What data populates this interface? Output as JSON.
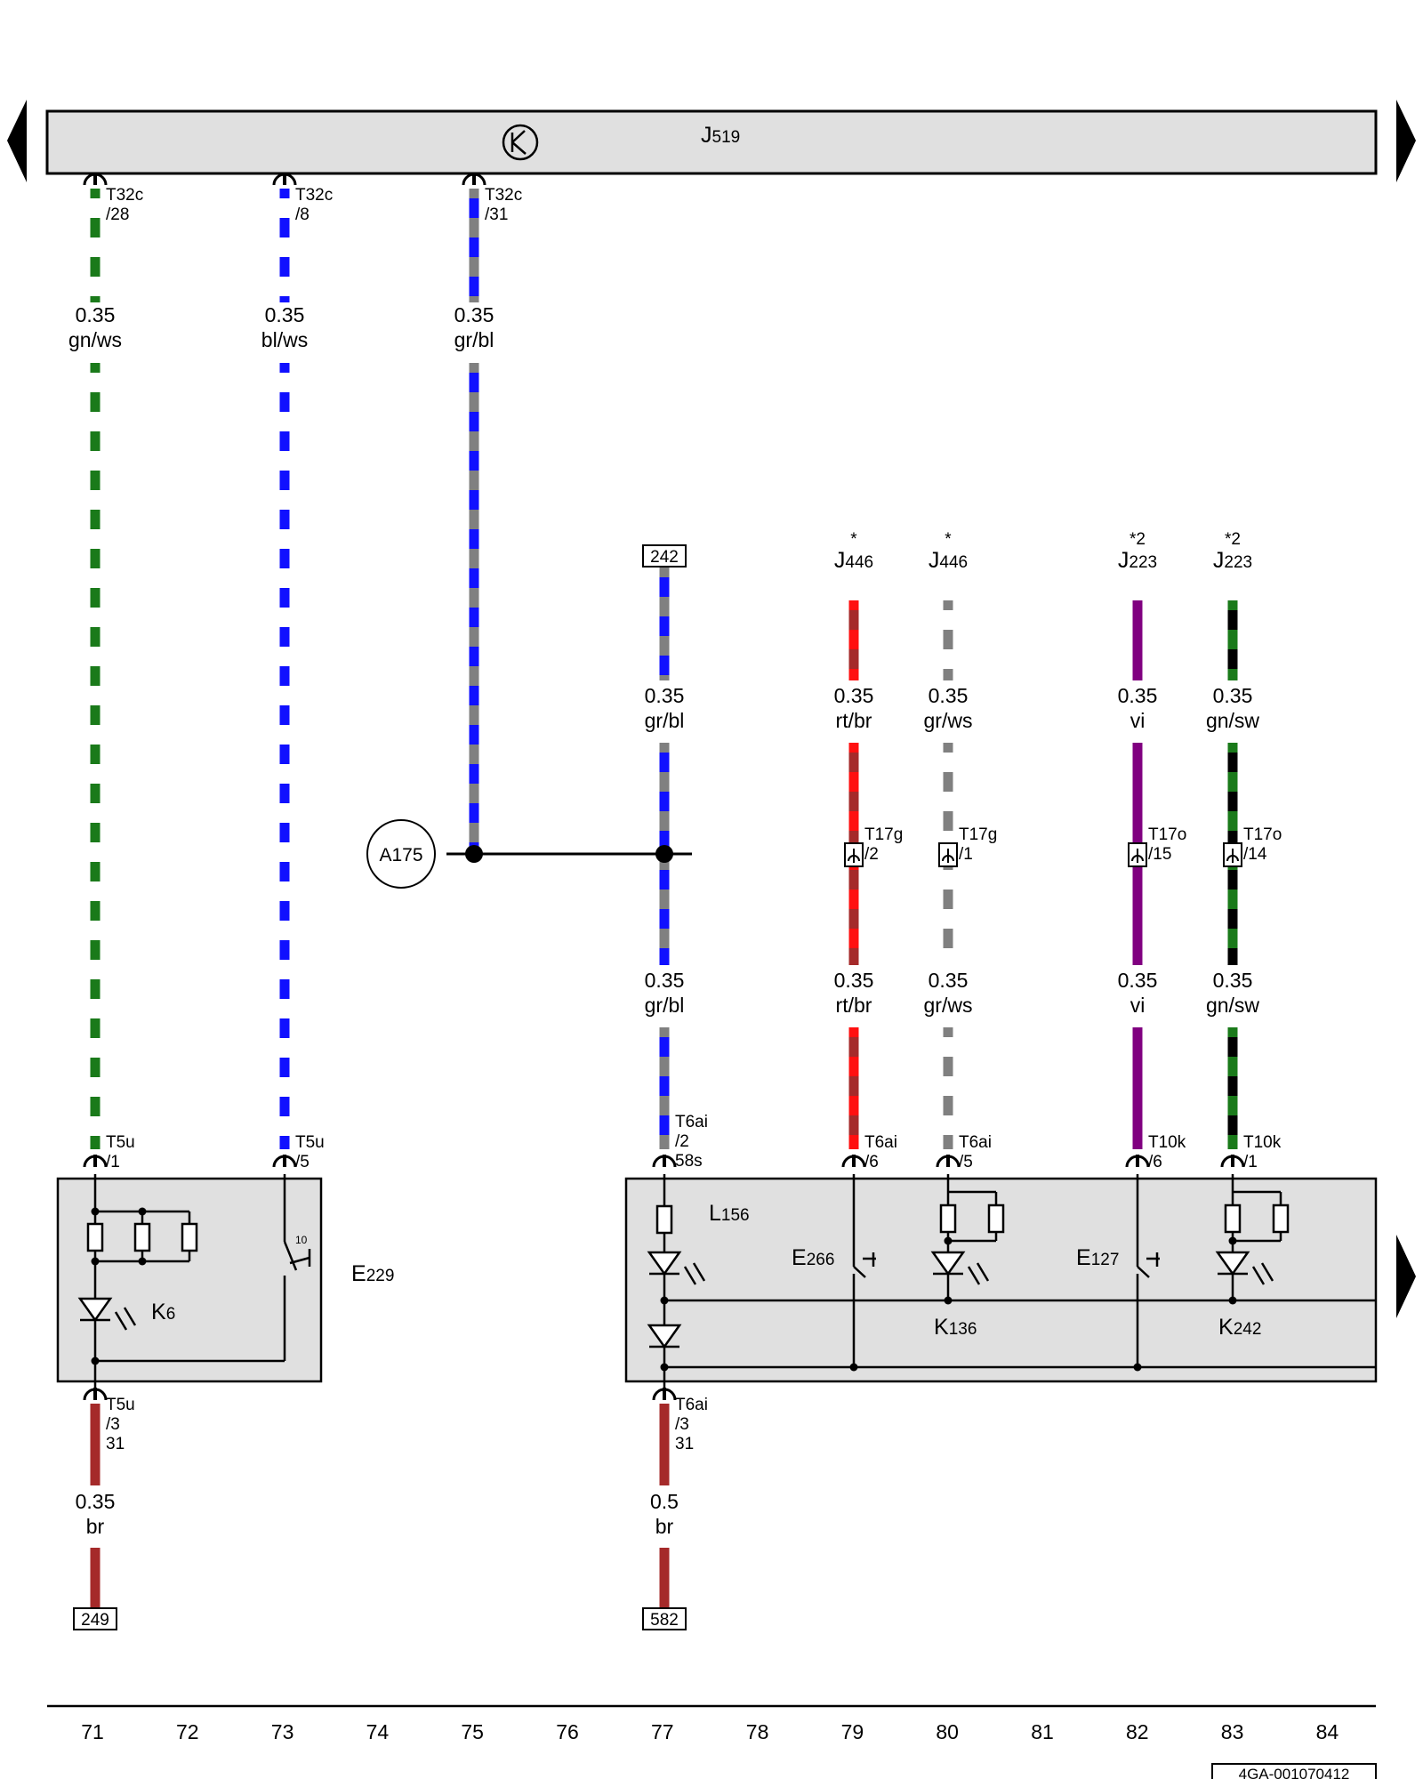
{
  "header": {
    "component": "J",
    "component_sub": "519"
  },
  "wires": [
    {
      "id": "w71",
      "conn_top": [
        "T32c",
        "/28"
      ],
      "gauge": "0.35",
      "color": "gn/ws",
      "colors": [
        "#1a7a1a",
        "#ffffff"
      ],
      "conn_bottom": [
        "T5u",
        "/1"
      ]
    },
    {
      "id": "w73",
      "conn_top": [
        "T32c",
        "/8"
      ],
      "gauge": "0.35",
      "color": "bl/ws",
      "colors": [
        "#1010ff",
        "#ffffff"
      ],
      "conn_bottom": [
        "T5u",
        "/5"
      ]
    },
    {
      "id": "w75",
      "conn_top": [
        "T32c",
        "/31"
      ],
      "gauge": "0.35",
      "color": "gr/bl",
      "colors": [
        "#808080",
        "#1010ff"
      ]
    },
    {
      "id": "w77",
      "ref_top": "242",
      "gauge": "0.35",
      "color": "gr/bl",
      "colors": [
        "#808080",
        "#1010ff"
      ],
      "gauge2": "0.35",
      "color2": "gr/bl",
      "conn_bottom": [
        "T6ai",
        "/2",
        "58s"
      ]
    },
    {
      "id": "w79",
      "src_mark": "*",
      "src": "J",
      "src_sub": "446",
      "gauge": "0.35",
      "color": "rt/br",
      "colors": [
        "#ff1010",
        "#a52a2a"
      ],
      "inline": [
        "T17g",
        "/2"
      ],
      "gauge2": "0.35",
      "color2": "rt/br",
      "conn_bottom": [
        "T6ai",
        "/6"
      ]
    },
    {
      "id": "w80",
      "src_mark": "*",
      "src": "J",
      "src_sub": "446",
      "gauge": "0.35",
      "color": "gr/ws",
      "colors": [
        "#808080",
        "#ffffff"
      ],
      "inline": [
        "T17g",
        "/1"
      ],
      "gauge2": "0.35",
      "color2": "gr/ws",
      "conn_bottom": [
        "T6ai",
        "/5"
      ]
    },
    {
      "id": "w82",
      "src_mark": "*2",
      "src": "J",
      "src_sub": "223",
      "gauge": "0.35",
      "color": "vi",
      "colors": [
        "#800080",
        "#800080"
      ],
      "inline": [
        "T17o",
        "/15"
      ],
      "gauge2": "0.35",
      "color2": "vi",
      "conn_bottom": [
        "T10k",
        "/6"
      ]
    },
    {
      "id": "w83",
      "src_mark": "*2",
      "src": "J",
      "src_sub": "223",
      "gauge": "0.35",
      "color": "gn/sw",
      "colors": [
        "#1a7a1a",
        "#000000"
      ],
      "inline": [
        "T17o",
        "/14"
      ],
      "gauge2": "0.35",
      "color2": "gn/sw",
      "conn_bottom": [
        "T10k",
        "/1"
      ]
    },
    {
      "id": "g71",
      "conn_top": [
        "T5u",
        "/3",
        "31"
      ],
      "gauge": "0.35",
      "color": "br",
      "colors": [
        "#a52a2a",
        "#a52a2a"
      ],
      "ref_bottom": "249"
    },
    {
      "id": "g77",
      "conn_top": [
        "T6ai",
        "/3",
        "31"
      ],
      "gauge": "0.5",
      "color": "br",
      "colors": [
        "#a52a2a",
        "#a52a2a"
      ],
      "ref_bottom": "582"
    }
  ],
  "splice": {
    "label": "A175"
  },
  "components": {
    "e229": "E",
    "e229_sub": "229",
    "k6": "K",
    "k6_sub": "6",
    "l156": "L",
    "l156_sub": "156",
    "e266": "E",
    "e266_sub": "266",
    "e127": "E",
    "e127_sub": "127",
    "k136": "K",
    "k136_sub": "136",
    "k242": "K",
    "k242_sub": "242",
    "switch_mark": "10"
  },
  "columns": [
    "71",
    "72",
    "73",
    "74",
    "75",
    "76",
    "77",
    "78",
    "79",
    "80",
    "81",
    "82",
    "83",
    "84"
  ],
  "doc_id": "4GA-001070412"
}
